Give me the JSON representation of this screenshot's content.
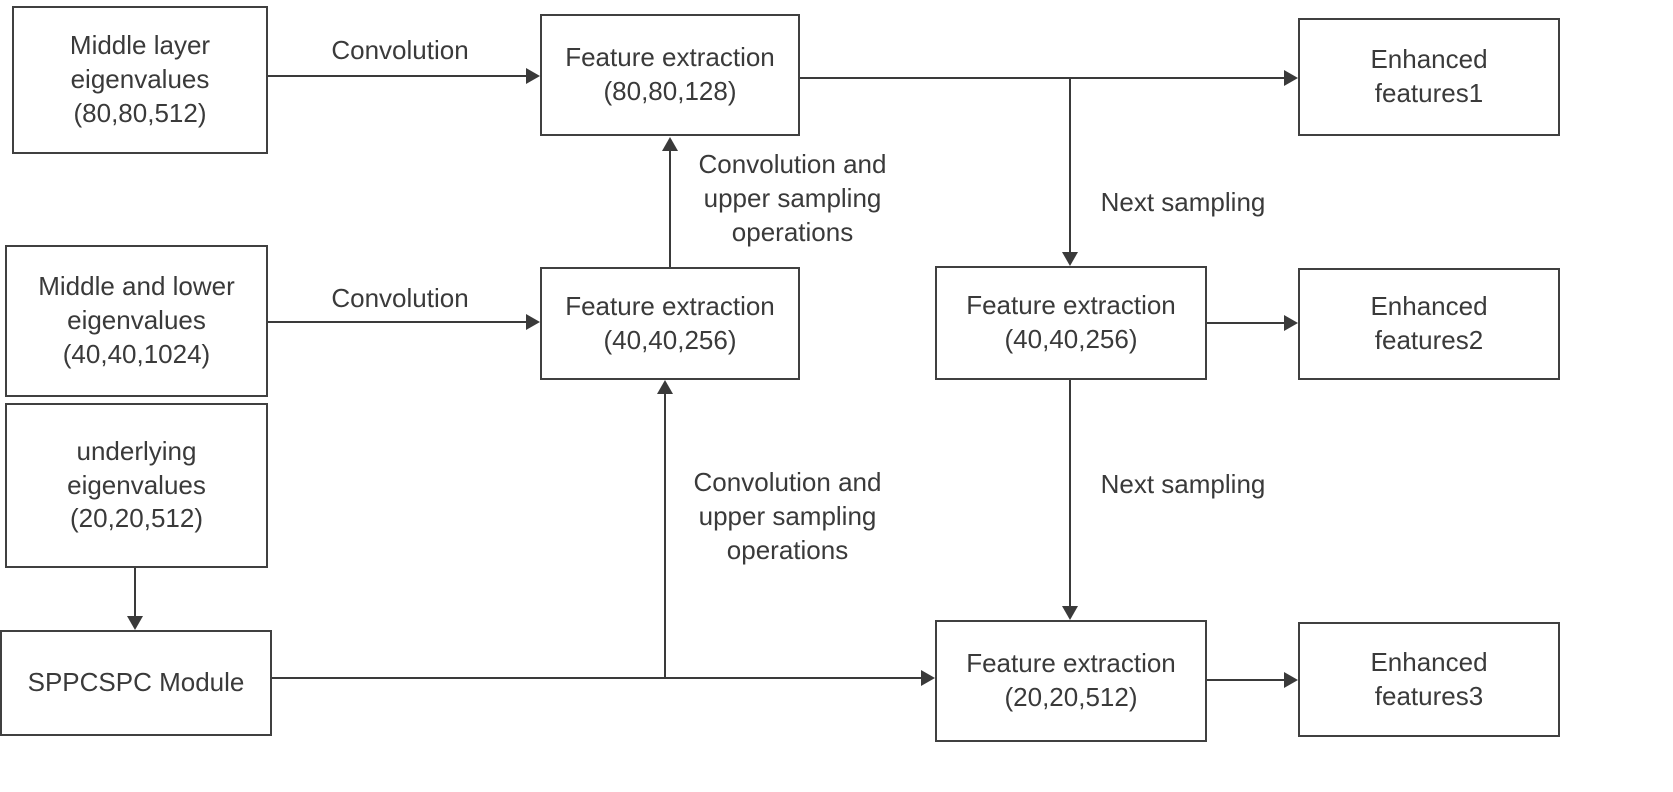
{
  "colors": {
    "line": "#3a3a3a",
    "box_border": "#404040",
    "text": "#3a3a3a",
    "background": "#ffffff"
  },
  "boxes": {
    "middle_layer": "Middle layer\neigenvalues\n(80,80,512)",
    "fe_8080": "Feature extraction\n(80,80,128)",
    "enhanced1": "Enhanced\nfeatures1",
    "middle_lower": "Middle and lower\neigenvalues\n(40,40,1024)",
    "fe_4040_left": "Feature extraction\n(40,40,256)",
    "fe_4040_right": "Feature extraction\n(40,40,256)",
    "enhanced2": "Enhanced\nfeatures2",
    "underlying": "underlying\neigenvalues\n(20,20,512)",
    "sppcspc": "SPPCSPC Module",
    "fe_2020": "Feature extraction\n(20,20,512)",
    "enhanced3": "Enhanced\nfeatures3"
  },
  "edge_labels": {
    "convolution_top": "Convolution",
    "convolution_mid": "Convolution",
    "conv_upsample_top": "Convolution and\nupper sampling\noperations",
    "conv_upsample_bottom": "Convolution and\nupper sampling\noperations",
    "next_sampling_top": "Next sampling",
    "next_sampling_bottom": "Next sampling"
  },
  "edges": [
    {
      "from": "middle_layer",
      "to": "fe_8080",
      "label": "Convolution"
    },
    {
      "from": "fe_8080",
      "to": "enhanced1",
      "label": ""
    },
    {
      "from": "fe_4040_left",
      "to": "fe_8080",
      "label": "Convolution and upper sampling operations"
    },
    {
      "from": "middle_lower",
      "to": "fe_4040_left",
      "label": "Convolution"
    },
    {
      "from": "fe_8080",
      "to": "fe_4040_right",
      "label": "Next sampling"
    },
    {
      "from": "fe_4040_right",
      "to": "enhanced2",
      "label": ""
    },
    {
      "from": "fe_4040_right",
      "to": "fe_2020",
      "label": "Next sampling"
    },
    {
      "from": "underlying",
      "to": "sppcspc",
      "label": ""
    },
    {
      "from": "sppcspc",
      "to": "fe_2020",
      "label": ""
    },
    {
      "from": "sppcspc",
      "to": "fe_4040_left",
      "label": "Convolution and upper sampling operations"
    },
    {
      "from": "fe_2020",
      "to": "enhanced3",
      "label": ""
    }
  ]
}
